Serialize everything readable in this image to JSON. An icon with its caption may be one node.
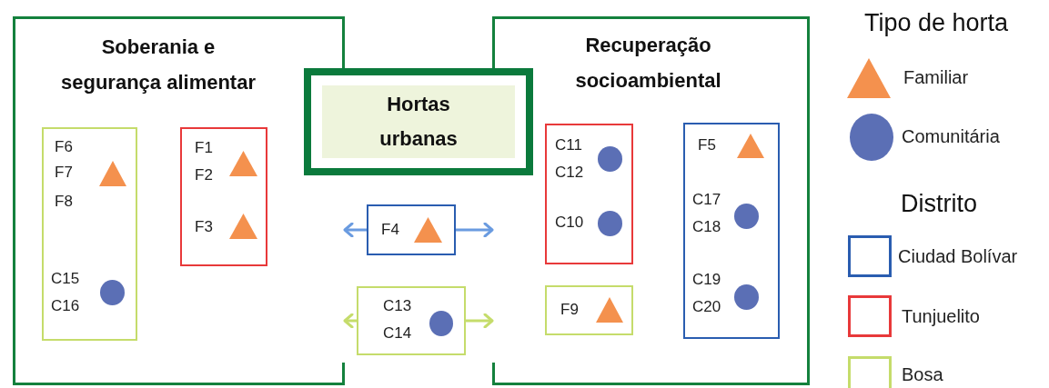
{
  "diagram": {
    "nodes": [
      {
        "text": [
          "Soberania e segurança alimentar"
        ]
      },
      {
        "text": [
          "F6",
          "F7",
          "F8",
          "C15",
          "C16"
        ],
        "in": 0
      },
      {
        "text": [
          "F1",
          "F2",
          "F3"
        ],
        "in": 0
      },
      {
        "text": [
          "Hortas urbanas"
        ]
      },
      {
        "text": [
          "F4"
        ]
      },
      {
        "text": [
          "C13",
          "C14"
        ]
      },
      {
        "text": [
          "Recuperação socioambiental"
        ]
      },
      {
        "text": [
          "C11",
          "C12",
          "C10"
        ],
        "in": 6
      },
      {
        "text": [
          "F9"
        ],
        "in": 6
      },
      {
        "text": [
          "F5",
          "C17",
          "C18",
          "C19",
          "C20"
        ],
        "in": 6
      }
    ],
    "edges": [
      {
        "from": 4,
        "to": 0,
        "arrow": "to",
        "color": "#6a9be0"
      },
      {
        "from": 4,
        "to": 6,
        "arrow": "to",
        "color": "#6a9be0"
      },
      {
        "from": 5,
        "to": 0,
        "arrow": "to",
        "color": "#c5dc6b"
      },
      {
        "from": 5,
        "to": 6,
        "arrow": "to",
        "color": "#c5dc6b"
      }
    ],
    "labels": [
      "Tipo de horta",
      "Distrito"
    ],
    "legend": [
      {
        "text": "Familiar"
      },
      {
        "text": "Comunitária"
      },
      {
        "text": "Ciudad Bolívar"
      },
      {
        "text": "Tunjuelito"
      },
      {
        "text": "Bosa"
      }
    ]
  }
}
